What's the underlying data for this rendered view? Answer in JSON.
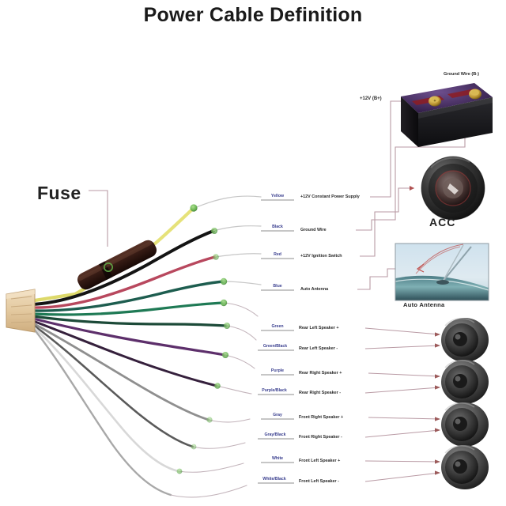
{
  "title": "Power Cable Definition",
  "fuse": {
    "label": "Fuse"
  },
  "devices": {
    "battery": {
      "positive_label": "+12V  (B+)",
      "ground_label": "Ground Wire (B-)",
      "name": "car-battery"
    },
    "acc": {
      "label": "ACC",
      "name": "ignition-key-cylinder"
    },
    "antenna": {
      "label": "Auto Antenna",
      "name": "auto-antenna-photo"
    },
    "speakers": [
      {
        "name": "rear-left-speaker"
      },
      {
        "name": "rear-right-speaker"
      },
      {
        "name": "front-right-speaker"
      },
      {
        "name": "front-left-speaker"
      }
    ]
  },
  "wires": [
    {
      "color_label": "Yellow",
      "function": "+12V Constant Power Supply",
      "swatch": "#e8e46a",
      "target": "battery-positive"
    },
    {
      "color_label": "Black",
      "function": "Ground Wire",
      "swatch": "#1d1d1d",
      "target": "battery-ground"
    },
    {
      "color_label": "Red",
      "function": "+12V Ignition Switch",
      "swatch": "#c0485c",
      "target": "acc"
    },
    {
      "color_label": "Blue",
      "function": "Auto Antenna",
      "swatch": "#2b6fa8",
      "target": "antenna"
    },
    {
      "color_label": "Green",
      "function": "Rear Left Speaker  +",
      "swatch": "#2f8a52",
      "target": "speaker-1"
    },
    {
      "color_label": "Green/Black",
      "function": "Rear Left Speaker  -",
      "swatch": "#1f4a32",
      "target": "speaker-1"
    },
    {
      "color_label": "Purple",
      "function": "Rear Right Speaker  +",
      "swatch": "#6a3a78",
      "target": "speaker-2"
    },
    {
      "color_label": "Purple/Black",
      "function": "Rear Right Speaker  -",
      "swatch": "#3b2040",
      "target": "speaker-2"
    },
    {
      "color_label": "Gray",
      "function": "Front Right Speaker  +",
      "swatch": "#8d8d8d",
      "target": "speaker-3"
    },
    {
      "color_label": "Gray/Black",
      "function": "Front Right Speaker  -",
      "swatch": "#4a4a4a",
      "target": "speaker-3"
    },
    {
      "color_label": "White",
      "function": "Front Left Speaker  +",
      "swatch": "#dcdcdc",
      "target": "speaker-4"
    },
    {
      "color_label": "White/Black",
      "function": "Front Left Speaker  -",
      "swatch": "#9a9a9a",
      "target": "speaker-4"
    }
  ],
  "colors": {
    "leader_line": "#b99aa4",
    "route_line": "#b99aa4",
    "text_dark": "#2a2a2a",
    "label_blue": "#3a3f8f",
    "connector": "#e2c9a0"
  }
}
